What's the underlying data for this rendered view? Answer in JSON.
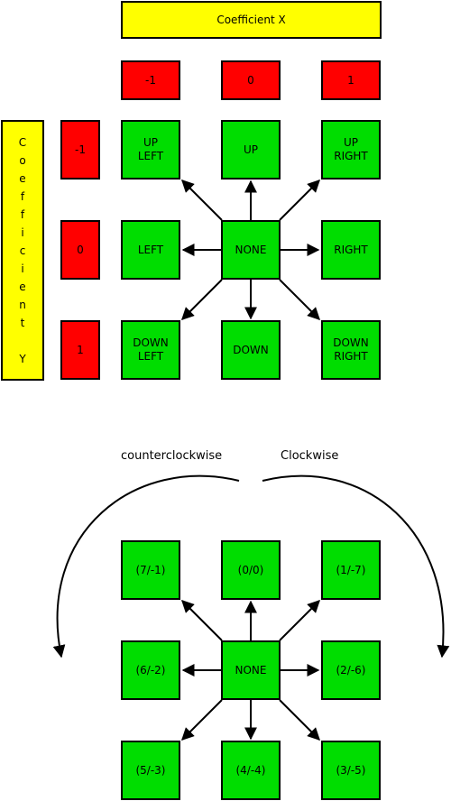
{
  "top": {
    "x_header": "Coefficient X",
    "y_header_letters": [
      "C",
      "o",
      "e",
      "f",
      "f",
      "i",
      "c",
      "i",
      "e",
      "n",
      "t",
      "",
      "Y"
    ],
    "x_coeffs": [
      "-1",
      "0",
      "1"
    ],
    "y_coeffs": [
      "-1",
      "0",
      "1"
    ],
    "cells": {
      "up_left": "UP\nLEFT",
      "up": "UP",
      "up_right": "UP\nRIGHT",
      "left": "LEFT",
      "none": "NONE",
      "right": "RIGHT",
      "down_left": "DOWN\nLEFT",
      "down": "DOWN",
      "down_right": "DOWN\nRIGHT"
    }
  },
  "bottom": {
    "ccw_label": "counterclockwise",
    "cw_label": "Clockwise",
    "cells": {
      "nw": "(7/-1)",
      "n": "(0/0)",
      "ne": "(1/-7)",
      "w": "(6/-2)",
      "center": "NONE",
      "e": "(2/-6)",
      "sw": "(5/-3)",
      "s": "(4/-4)",
      "se": "(3/-5)"
    }
  }
}
